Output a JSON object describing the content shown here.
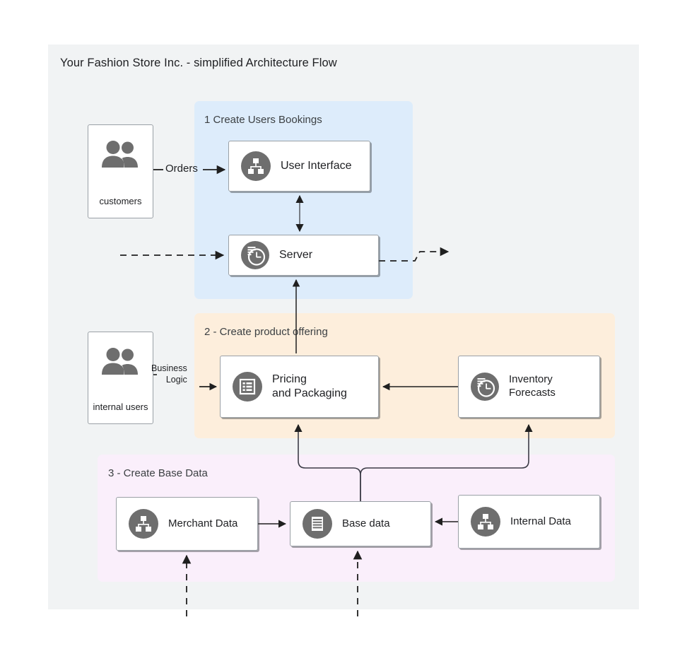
{
  "diagram": {
    "title": "Your Fashion Store Inc. - simplified Architecture Flow",
    "canvas_color": "#f1f3f4"
  },
  "groups": [
    {
      "id": "group-1",
      "label": "1 Create Users Bookings",
      "color": "#ddecfb"
    },
    {
      "id": "group-2",
      "label": "2 - Create product offering",
      "color": "#fdeedc"
    },
    {
      "id": "group-3",
      "label": "3 - Create Base Data",
      "color": "#faeffb"
    }
  ],
  "actors": [
    {
      "id": "customers",
      "label": "customers",
      "icon": "people-icon"
    },
    {
      "id": "internal-users",
      "label": "internal users",
      "icon": "people-icon"
    }
  ],
  "nodes": [
    {
      "id": "user-interface",
      "label": "User Interface",
      "icon": "hierarchy-icon",
      "group": "group-1"
    },
    {
      "id": "server",
      "label": "Server",
      "icon": "clock-history-icon",
      "group": "group-1"
    },
    {
      "id": "pricing",
      "label": "Pricing\nand Packaging",
      "icon": "list-icon",
      "group": "group-2"
    },
    {
      "id": "inventory",
      "label": "Inventory\nForecasts",
      "icon": "clock-history-icon",
      "group": "group-2"
    },
    {
      "id": "merchant-data",
      "label": "Merchant Data",
      "icon": "hierarchy-icon",
      "group": "group-3"
    },
    {
      "id": "base-data",
      "label": "Base data",
      "icon": "database-icon",
      "group": "group-3"
    },
    {
      "id": "internal-data",
      "label": "Internal Data",
      "icon": "hierarchy-icon",
      "group": "group-3"
    }
  ],
  "edge_labels": {
    "orders": "Orders",
    "business_logic": "Business\nLogic"
  },
  "colors": {
    "icon_fill": "#6e6e6e",
    "node_border": "#9aa0a6",
    "connector": "#1f1f1f",
    "text": "#202124"
  }
}
